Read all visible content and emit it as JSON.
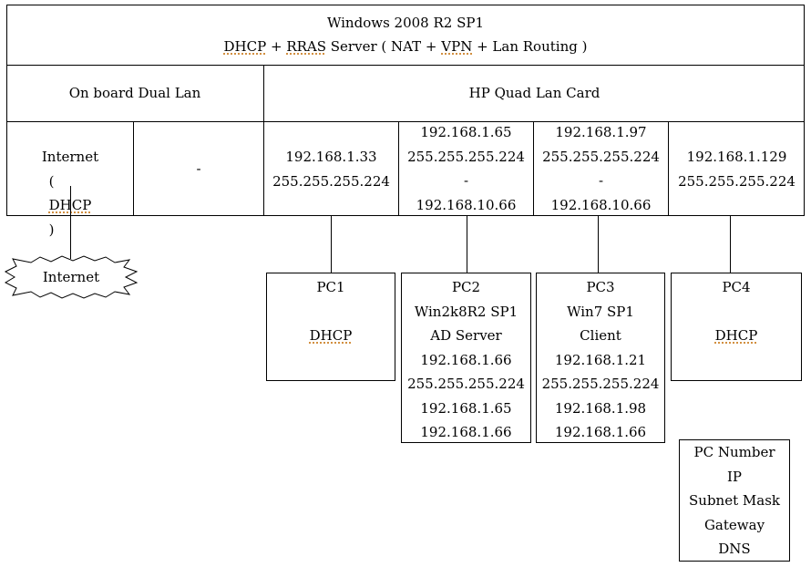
{
  "server": {
    "title": "Windows 2008 R2 SP1",
    "subtitle_parts": [
      "DHCP",
      " + ",
      "RRAS",
      " Server ( NAT + ",
      "VPN",
      " + Lan Routing )"
    ]
  },
  "headers": {
    "onboard": "On board Dual Lan",
    "hp_card": "HP Quad Lan Card"
  },
  "ports": {
    "internet": {
      "line1": "Internet",
      "line2_pre": "( ",
      "line2_u": "DHCP",
      "line2_post": " )"
    },
    "onboard2": "-",
    "hp1": [
      "192.168.1.33",
      "255.255.255.224"
    ],
    "hp2": [
      "192.168.1.65",
      "255.255.255.224",
      "-",
      "192.168.10.66"
    ],
    "hp3": [
      "192.168.1.97",
      "255.255.255.224",
      "-",
      "192.168.10.66"
    ],
    "hp4": [
      "192.168.1.129",
      "255.255.255.224"
    ]
  },
  "cloud": {
    "label": "Internet"
  },
  "pcs": {
    "pc1": {
      "name": "PC1",
      "mode": "DHCP"
    },
    "pc2": {
      "name": "PC2",
      "lines": [
        "Win2k8R2 SP1",
        "AD Server",
        "192.168.1.66",
        "255.255.255.224",
        "192.168.1.65",
        "192.168.1.66"
      ]
    },
    "pc3": {
      "name": "PC3",
      "lines": [
        "Win7 SP1",
        "Client",
        "192.168.1.21",
        "255.255.255.224",
        "192.168.1.98",
        "192.168.1.66"
      ]
    },
    "pc4": {
      "name": "PC4",
      "mode": "DHCP"
    }
  },
  "legend": [
    "PC Number",
    "IP",
    "Subnet Mask",
    "Gateway",
    "DNS"
  ]
}
